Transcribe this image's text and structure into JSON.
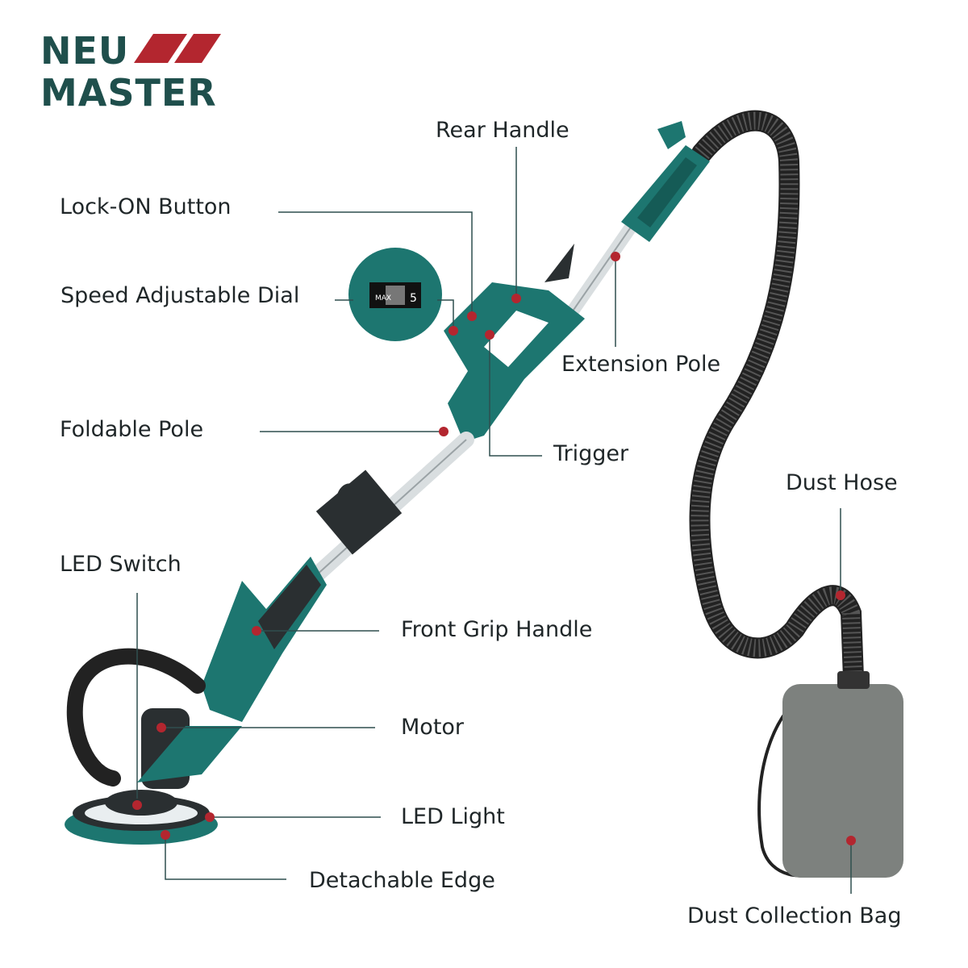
{
  "brand": {
    "line1": "NEU",
    "line2": "MASTER",
    "text_color": "#1f4f4c",
    "accent_color": "#b3262f"
  },
  "dial": {
    "max_text": "MAX",
    "number_text": "5"
  },
  "colors": {
    "tool_body": "#1d7670",
    "tool_dark": "#2a2f31",
    "pole": "#d9dee0",
    "hose": "#222222",
    "bag": "#7d817e",
    "marker": "#b3262f",
    "leader": "#2f4f4f"
  },
  "labels": {
    "rear_handle": "Rear Handle",
    "lock_on_button": "Lock-ON Button",
    "speed_adjustable_dial": "Speed Adjustable Dial",
    "extension_pole": "Extension Pole",
    "foldable_pole": "Foldable Pole",
    "trigger": "Trigger",
    "dust_hose": "Dust Hose",
    "led_switch": "LED Switch",
    "front_grip_handle": "Front Grip Handle",
    "motor": "Motor",
    "led_light": "LED Light",
    "detachable_edge": "Detachable Edge",
    "dust_collection_bag": "Dust Collection Bag"
  }
}
